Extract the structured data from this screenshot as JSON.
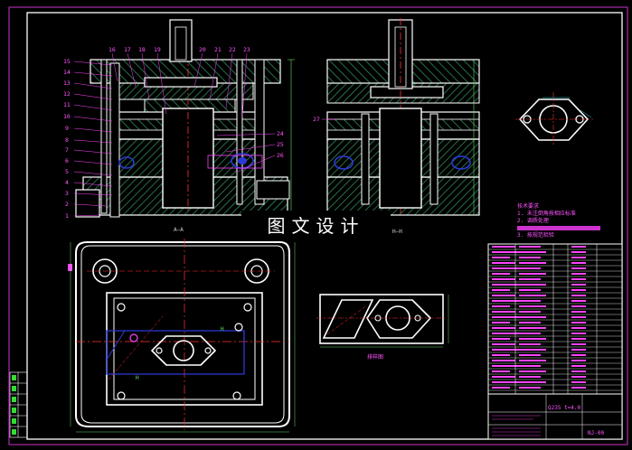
{
  "drawing": {
    "watermark": "图文设计",
    "section_label_1": "A—A",
    "section_label_2": "H—H",
    "section_label_3": "H",
    "section_label_4": "H",
    "layout_label": "排样图",
    "part_code": "NJ-00",
    "title_block_left": "Q235  t=4.0",
    "callouts_left": [
      "15",
      "14",
      "13",
      "12",
      "11",
      "10",
      "9",
      "8",
      "7",
      "6",
      "5",
      "4",
      "3",
      "2",
      "1"
    ],
    "callouts_top": [
      "16",
      "17",
      "18",
      "19",
      "20",
      "21",
      "22",
      "23"
    ],
    "callouts_right": [
      "24",
      "25",
      "26"
    ],
    "callout_mid": "27",
    "tech_title": "技术要求",
    "tech_notes": [
      "1. 未注倒角按相应标准",
      "2. 调质处理",
      "3. 按规范检验"
    ],
    "colors": {
      "outline": "#ffffff",
      "frame": "#cc33cc",
      "centerline": "#ff3333",
      "hatch": "#2e8b57",
      "section_blue": "#2b3bd6",
      "text_magenta": "#ff44ff",
      "dimension_green": "#66dd66",
      "cyan": "#33dddd"
    }
  }
}
